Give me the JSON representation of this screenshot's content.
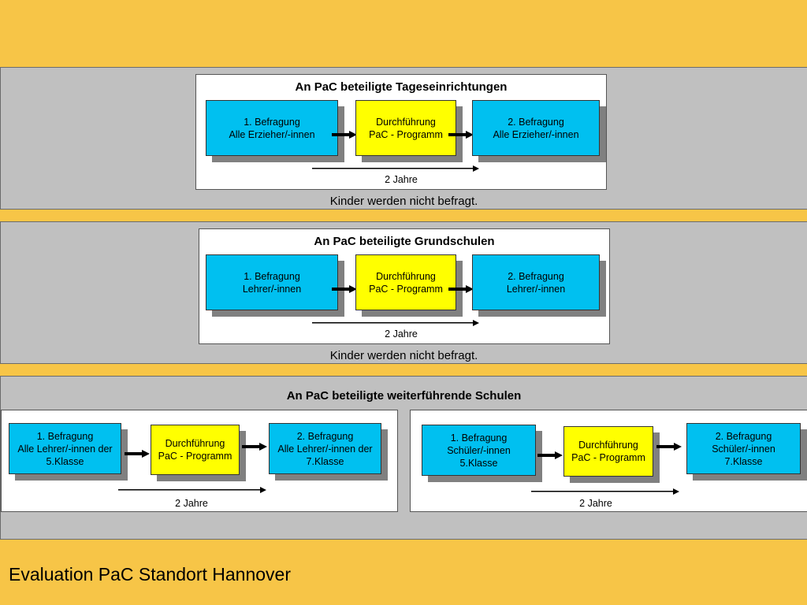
{
  "kita": {
    "title": "An PaC beteiligte Tageseinrichtungen",
    "box1": "1. Befragung\nAlle Erzieher/-innen",
    "box2": "Durchführung\nPaC - Programm",
    "box3": "2. Befragung\nAlle Erzieher/-innen",
    "duration": "2 Jahre",
    "note": "Kinder werden nicht befragt."
  },
  "grundschule": {
    "title": "An PaC beteiligte Grundschulen",
    "box1": "1. Befragung\nLehrer/-innen",
    "box2": "Durchführung\nPaC - Programm",
    "box3": "2. Befragung\nLehrer/-innen",
    "duration": "2 Jahre",
    "note": "Kinder werden nicht befragt."
  },
  "weiterfuehrend": {
    "title": "An PaC beteiligte weiterführende Schulen",
    "left": {
      "box1": "1. Befragung\nAlle Lehrer/-innen der\n5.Klasse",
      "box2": "Durchführung\nPaC - Programm",
      "box3": "2. Befragung\nAlle Lehrer/-innen der\n7.Klasse",
      "duration": "2 Jahre"
    },
    "right": {
      "box1": "1. Befragung\nSchüler/-innen\n5.Klasse",
      "box2": "Durchführung\nPaC - Programm",
      "box3": "2. Befragung\nSchüler/-innen\n7.Klasse",
      "duration": "2 Jahre"
    }
  },
  "footer": "Evaluation PaC Standort Hannover",
  "colors": {
    "background": "#f7c547",
    "band": "#c0c0c0",
    "blue_box": "#00c0f0",
    "yellow_box": "#ffff00"
  }
}
